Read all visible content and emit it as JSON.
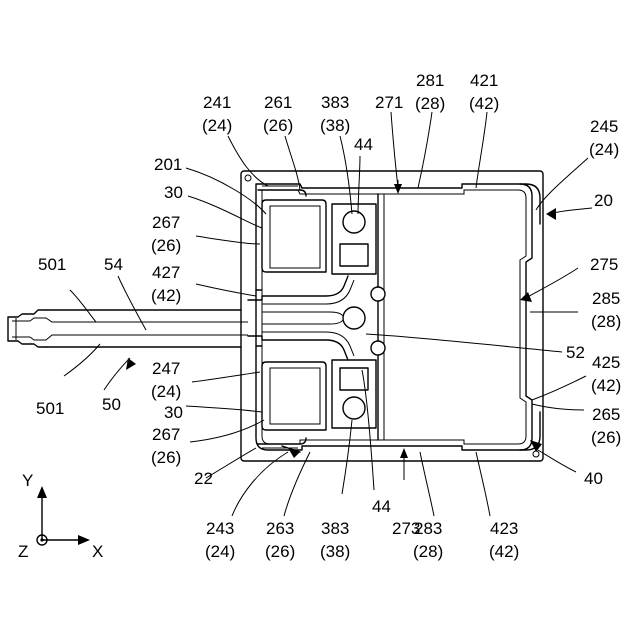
{
  "labels": {
    "l241": {
      "num": "241",
      "par": "(24)"
    },
    "l261": {
      "num": "261",
      "par": "(26)"
    },
    "l383t": {
      "num": "383",
      "par": "(38)"
    },
    "l271": {
      "num": "271"
    },
    "l281": {
      "num": "281",
      "par": "(28)"
    },
    "l421": {
      "num": "421",
      "par": "(42)"
    },
    "l245": {
      "num": "245",
      "par": "(24)"
    },
    "l44t": {
      "num": "44"
    },
    "l201": {
      "num": "201"
    },
    "l20": {
      "num": "20"
    },
    "l30t": {
      "num": "30"
    },
    "l267t": {
      "num": "267",
      "par": "(26)"
    },
    "l275": {
      "num": "275"
    },
    "l501t": {
      "num": "501"
    },
    "l54": {
      "num": "54"
    },
    "l427": {
      "num": "427",
      "par": "(42)"
    },
    "l285": {
      "num": "285",
      "par": "(28)"
    },
    "l52": {
      "num": "52"
    },
    "l425": {
      "num": "425",
      "par": "(42)"
    },
    "l247": {
      "num": "247",
      "par": "(24)"
    },
    "l501b": {
      "num": "501"
    },
    "l50": {
      "num": "50"
    },
    "l30b": {
      "num": "30"
    },
    "l265": {
      "num": "265",
      "par": "(26)"
    },
    "l267b": {
      "num": "267",
      "par": "(26)"
    },
    "l22": {
      "num": "22"
    },
    "l40": {
      "num": "40"
    },
    "l44b": {
      "num": "44"
    },
    "l243": {
      "num": "243",
      "par": "(24)"
    },
    "l263": {
      "num": "263",
      "par": "(26)"
    },
    "l383b": {
      "num": "383",
      "par": "(38)"
    },
    "l273": {
      "num": "273"
    },
    "l283": {
      "num": "283",
      "par": "(28)"
    },
    "l423": {
      "num": "423",
      "par": "(42)"
    }
  },
  "axes": {
    "y": "Y",
    "x": "X",
    "z": "Z"
  }
}
